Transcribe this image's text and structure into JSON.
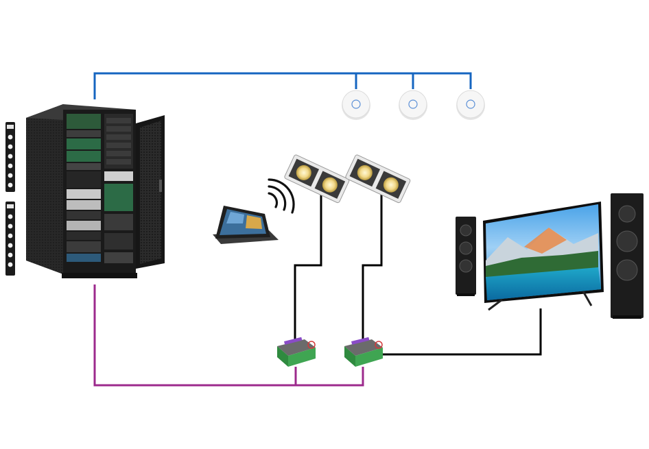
{
  "diagram": {
    "devices": [
      {
        "id": "power-strip",
        "icon": "power-strip-icon"
      },
      {
        "id": "server-rack",
        "icon": "server-rack-icon"
      },
      {
        "id": "wifi-access-point",
        "icon": "access-point-icon",
        "count": 3
      },
      {
        "id": "touch-panel",
        "icon": "touch-panel-icon"
      },
      {
        "id": "wireless-signal",
        "icon": "wifi-signal-icon"
      },
      {
        "id": "downlight-fixture",
        "icon": "downlight-icon",
        "count": 2
      },
      {
        "id": "lighting-controller",
        "icon": "controller-module-icon",
        "count": 2
      },
      {
        "id": "floor-speaker",
        "icon": "speaker-icon",
        "count": 2
      },
      {
        "id": "television",
        "icon": "tv-icon"
      }
    ],
    "links": [
      {
        "from": "server-rack",
        "to": "wifi-access-point",
        "kind": "network"
      },
      {
        "from": "server-rack",
        "to": "lighting-controller",
        "kind": "bus"
      },
      {
        "from": "lighting-controller",
        "to": "downlight-fixture",
        "kind": "wiring"
      },
      {
        "from": "lighting-controller",
        "to": "television",
        "kind": "wiring"
      }
    ]
  },
  "colors": {
    "network": "#1565c0",
    "bus": "#9c2a8c",
    "wiring": "#000000",
    "rack": "#1c1c1c",
    "ap_ring": "#5a8fd6"
  }
}
